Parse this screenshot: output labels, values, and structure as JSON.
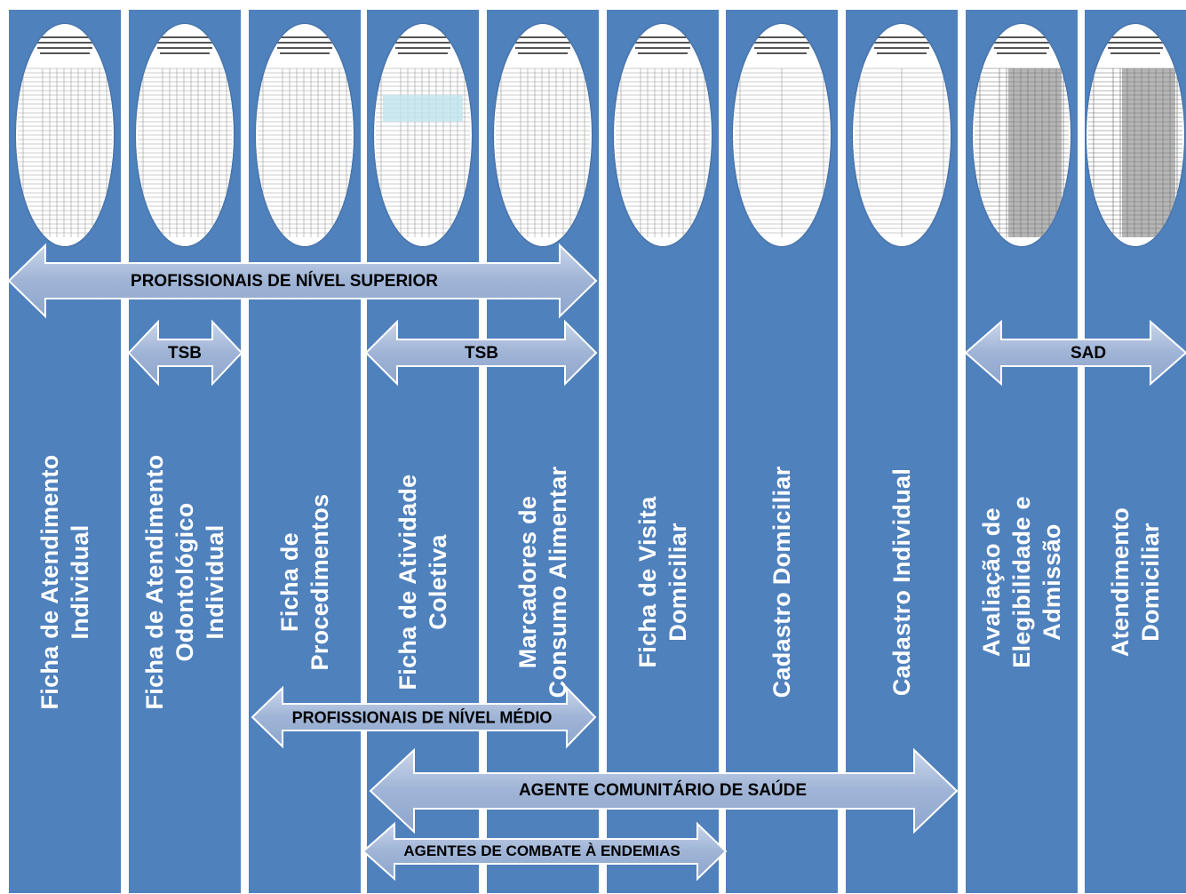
{
  "columns": [
    {
      "id": "c1",
      "label": "Ficha de Atendimento\nIndividual"
    },
    {
      "id": "c2",
      "label": "Ficha de Atendimento\nOdontológico\nIndividual"
    },
    {
      "id": "c3",
      "label": "Ficha de\nProcedimentos"
    },
    {
      "id": "c4",
      "label": "Ficha de Atividade\nColetiva"
    },
    {
      "id": "c5",
      "label": "Marcadores de\nConsumo Alimentar"
    },
    {
      "id": "c6",
      "label": "Ficha de Visita\nDomiciliar"
    },
    {
      "id": "c7",
      "label": "Cadastro Domiciliar"
    },
    {
      "id": "c8",
      "label": "Cadastro Individual"
    },
    {
      "id": "c9",
      "label": "Avaliação de\nElegibilidade e\nAdmissão"
    },
    {
      "id": "c10",
      "label": "Atendimento\nDomiciliar"
    }
  ],
  "arrows": {
    "superior": "PROFISSIONAIS DE NÍVEL SUPERIOR",
    "tsb_left": "TSB",
    "tsb_right": "TSB",
    "sad": "SAD",
    "medio": "PROFISSIONAIS DE NÍVEL MÉDIO",
    "acs": "AGENTE COMUNITÁRIO DE SAÚDE",
    "ace": "AGENTES DE COMBATE À ENDEMIAS"
  },
  "colors": {
    "column": "#4f81bd",
    "arrow": "#9fb4d6",
    "arrow_edge": "#ffffff",
    "text_on_column": "#ffffff",
    "arrow_text": "#000000"
  }
}
